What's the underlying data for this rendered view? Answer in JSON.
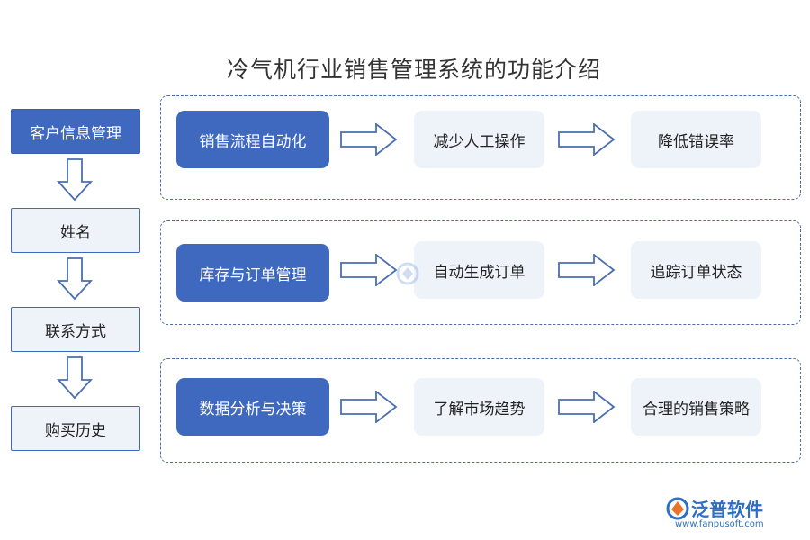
{
  "title": "冷气机行业销售管理系统的功能介绍",
  "left_column": [
    {
      "label": "客户信息管理"
    },
    {
      "label": "姓名"
    },
    {
      "label": "联系方式"
    },
    {
      "label": "购买历史"
    }
  ],
  "rows": [
    {
      "head": "销售流程自动化",
      "step1": "减少人工操作",
      "step2": "降低错误率"
    },
    {
      "head": "库存与订单管理",
      "step1": "自动生成订单",
      "step2": "追踪订单状态"
    },
    {
      "head": "数据分析与决策",
      "step1": "了解市场趋势",
      "step2": "合理的销售策略"
    }
  ],
  "logo": {
    "name": "泛普软件",
    "url": "www.fanpusoft.com"
  },
  "colors": {
    "primary": "#3f68bf",
    "light_fill": "#eef3fa",
    "border": "#4a6fb0",
    "logo": "#2d6fc4"
  }
}
